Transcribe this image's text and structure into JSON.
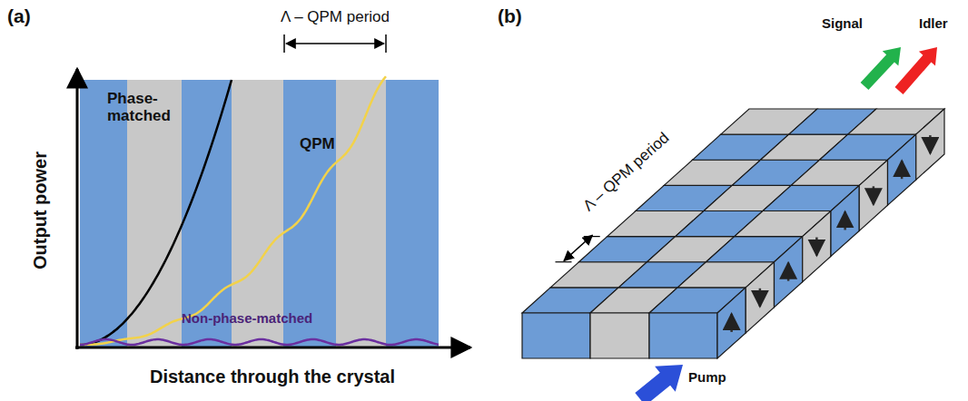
{
  "diagram": {
    "labels": [
      "(a)",
      "Λ – QPM period",
      "Phase- matched",
      "QPM",
      "Non-phase-matched",
      "Output power",
      "Distance through the crystal",
      "(b)",
      "Signal",
      "Idler",
      "Λ – QPM period",
      "Pump"
    ]
  }
}
